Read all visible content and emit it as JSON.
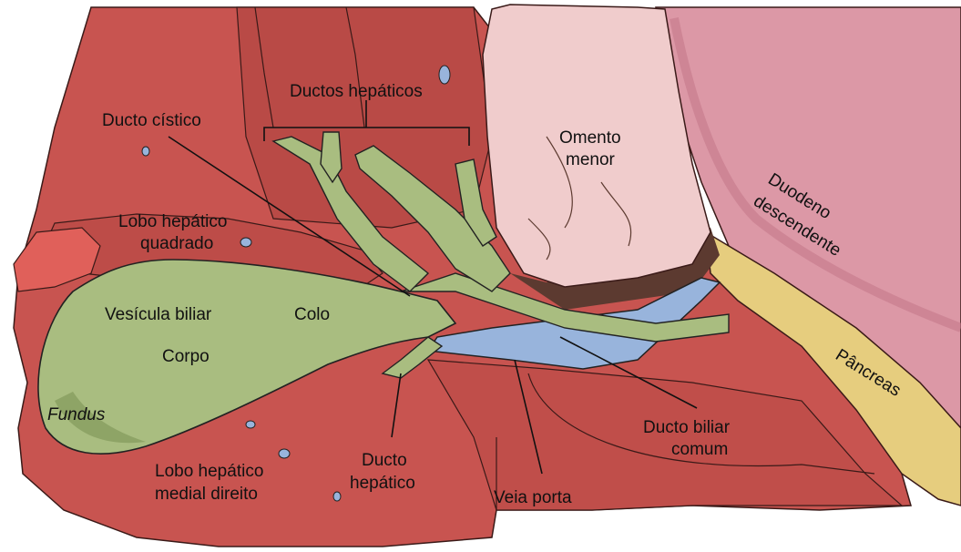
{
  "labels": {
    "ductos_hepaticos": "Ductos hepáticos",
    "ducto_cistico": "Ducto cístico",
    "omento_menor_1": "Omento",
    "omento_menor_2": "menor",
    "duodeno_1": "Duodeno",
    "duodeno_2": "descendente",
    "lobo_quadrado_1": "Lobo hepático",
    "lobo_quadrado_2": "quadrado",
    "vesicula_biliar": "Vesícula biliar",
    "colo": "Colo",
    "corpo": "Corpo",
    "fundus": "Fundus",
    "pancreas": "Pâncreas",
    "ducto_biliar_1": "Ducto biliar",
    "ducto_biliar_2": "comum",
    "lobo_medial_1": "Lobo hepático",
    "lobo_medial_2": "medial direito",
    "ducto_hepatico_1": "Ducto",
    "ducto_hepatico_2": "hepático",
    "veia_porta": "Veia porta"
  },
  "colors": {
    "liver": "#c85450",
    "liver_dark": "#a8433f",
    "liver_light": "#e0605a",
    "gallbladder": "#a9bd80",
    "gallbladder_dark": "#8ea466",
    "omentum": "#f0cccc",
    "omentum_shadow": "#5c3a30",
    "duodenum": "#dc98a6",
    "duodenum_dark": "#c4788a",
    "pancreas": "#e6cd7e",
    "portal_vein": "#98b4dc",
    "outline": "#222222"
  }
}
